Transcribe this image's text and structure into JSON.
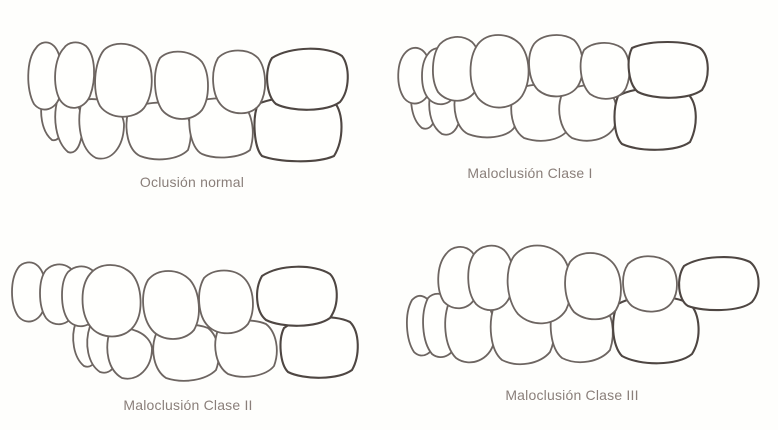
{
  "panels": [
    {
      "id": "normal",
      "caption": "Oclusión normal"
    },
    {
      "id": "clase-i",
      "caption": "Maloclusión Clase I"
    },
    {
      "id": "clase-ii",
      "caption": "Maloclusión Clase II"
    },
    {
      "id": "clase-iii",
      "caption": "Maloclusión Clase III"
    }
  ],
  "colors": {
    "outline": "#6d6561",
    "caption": "#8a7f7a",
    "background": "#fefefc"
  }
}
